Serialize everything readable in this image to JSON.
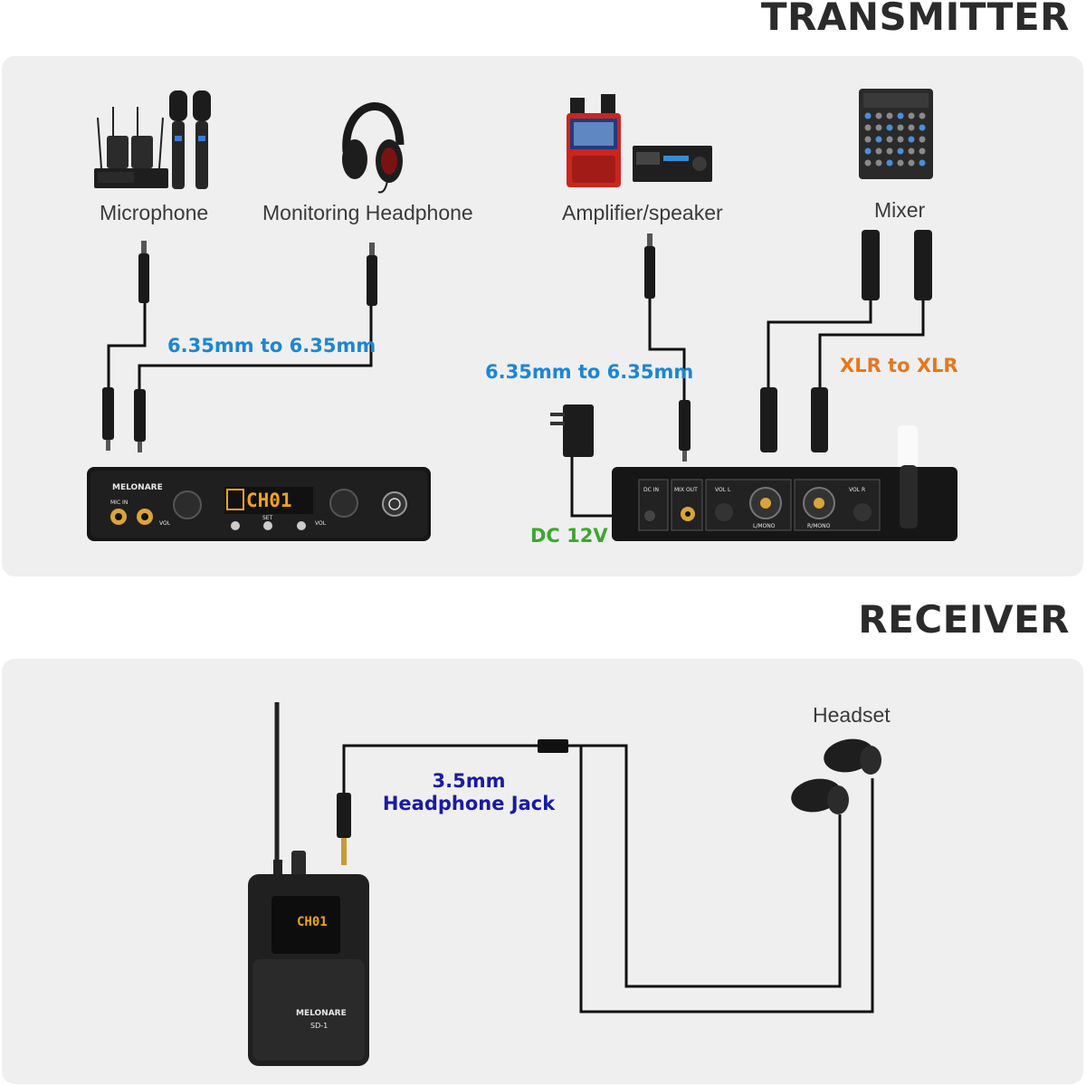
{
  "titles": {
    "transmitter": "TRANSMITTER",
    "receiver": "RECEIVER"
  },
  "devices": {
    "microphone": "Microphone",
    "monitoring_headphone": "Monitoring Headphone",
    "amplifier_speaker": "Amplifier/speaker",
    "mixer": "Mixer",
    "headset": "Headset"
  },
  "cables": {
    "left": "6.35mm to 6.35mm",
    "right": "6.35mm to 6.35mm",
    "xlr": "XLR to XLR",
    "dc": "DC 12V",
    "jack_line1": "3.5mm",
    "jack_line2": "Headphone Jack"
  },
  "transmitter_front": {
    "brand": "MELONARE",
    "mic_in": "MIC IN",
    "display": "CH01",
    "vol_left": "VOL",
    "vol_right": "VOL",
    "set": "SET"
  },
  "transmitter_back": {
    "dc_in": "DC IN",
    "mix_out": "MIX OUT",
    "vol_l": "VOL L",
    "vol_r": "VOL R",
    "l_mono": "L/MONO",
    "r_mono": "R/MONO"
  },
  "receiver_device": {
    "brand": "MELONARE",
    "model": "SD-1",
    "display": "CH01"
  },
  "colors": {
    "cable_blue": "#1b86d6",
    "cable_orange": "#e3781f",
    "dc_green": "#3aa82e",
    "jack_navy": "#1a1aa6",
    "display_amber": "#f2a21b"
  }
}
